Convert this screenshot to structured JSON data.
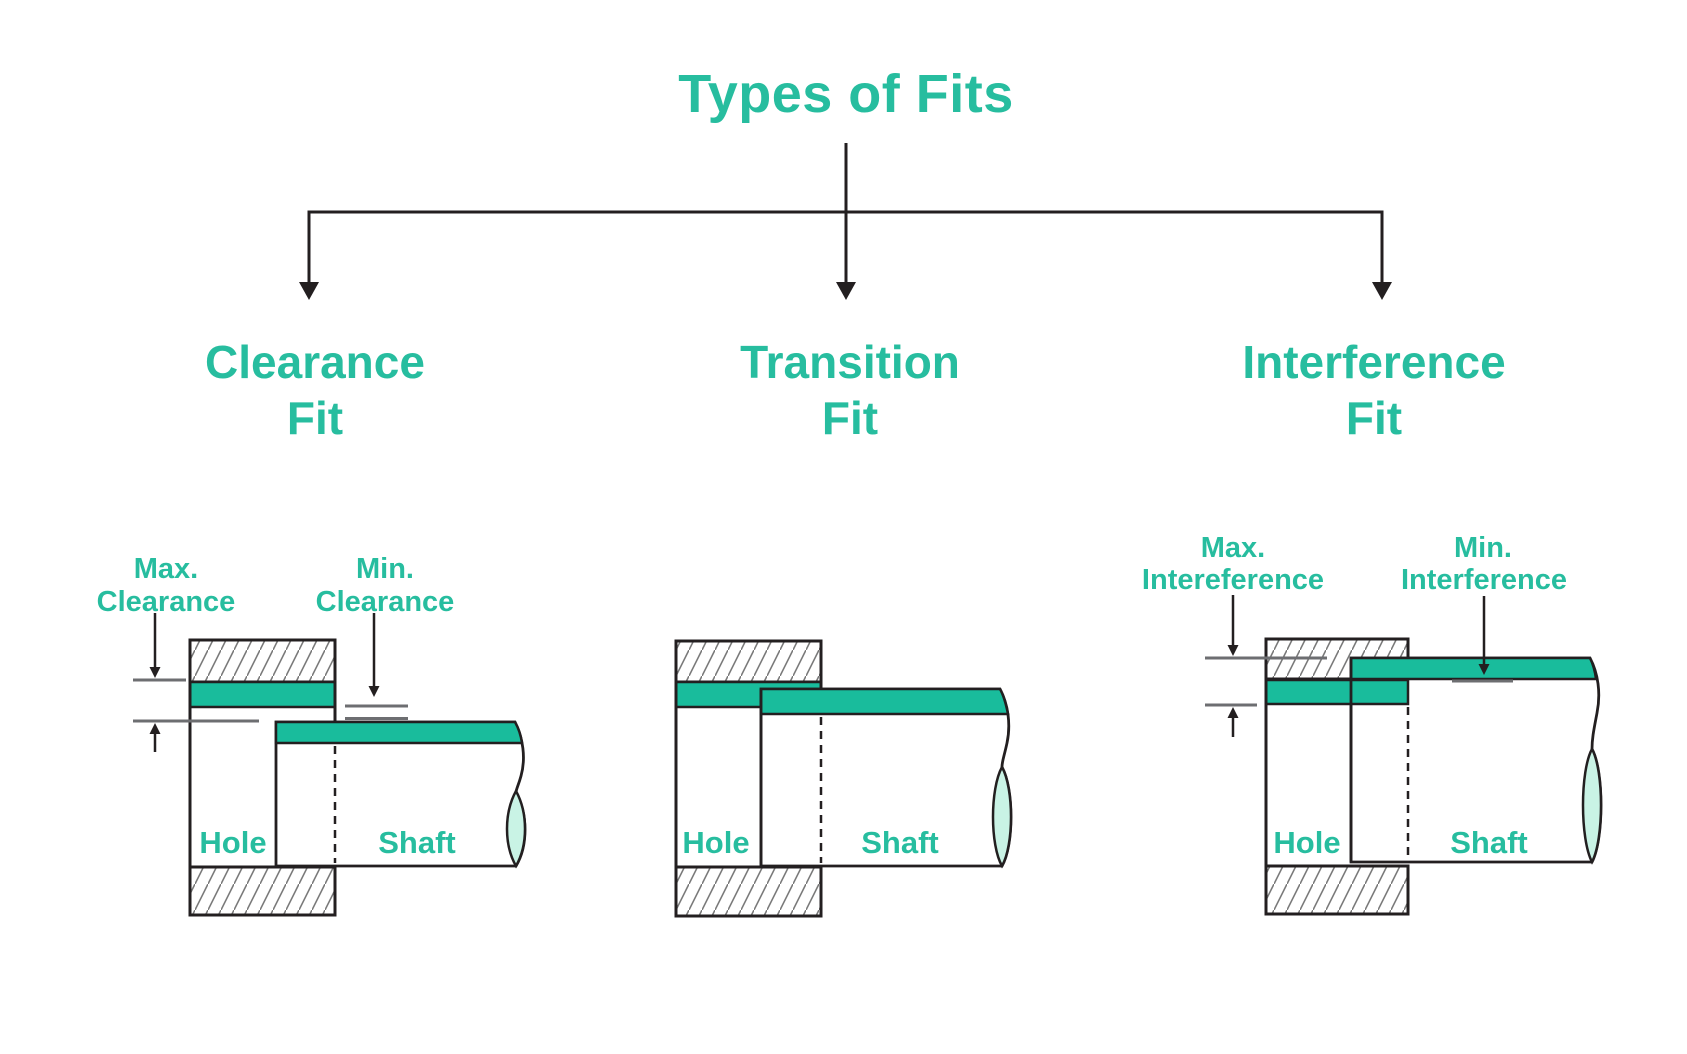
{
  "title": "Types of Fits",
  "colors": {
    "accent": "#27BD9F",
    "band_fill": "#19BC9C",
    "break_fill": "#C9F3E5",
    "line_dark": "#231F20",
    "dim_gray": "#6D6E71"
  },
  "branches": [
    {
      "heading1": "Clearance",
      "heading2": "Fit",
      "hole_label": "Hole",
      "shaft_label": "Shaft",
      "annotations": [
        {
          "line1": "Max.",
          "line2": "Clearance"
        },
        {
          "line1": "Min.",
          "line2": "Clearance"
        }
      ]
    },
    {
      "heading1": "Transition",
      "heading2": "Fit",
      "hole_label": "Hole",
      "shaft_label": "Shaft",
      "annotations": []
    },
    {
      "heading1": "Interference",
      "heading2": "Fit",
      "hole_label": "Hole",
      "shaft_label": "Shaft",
      "annotations": [
        {
          "line1": "Max.",
          "line2": "Intereference"
        },
        {
          "line1": "Min.",
          "line2": "Interference"
        }
      ]
    }
  ]
}
